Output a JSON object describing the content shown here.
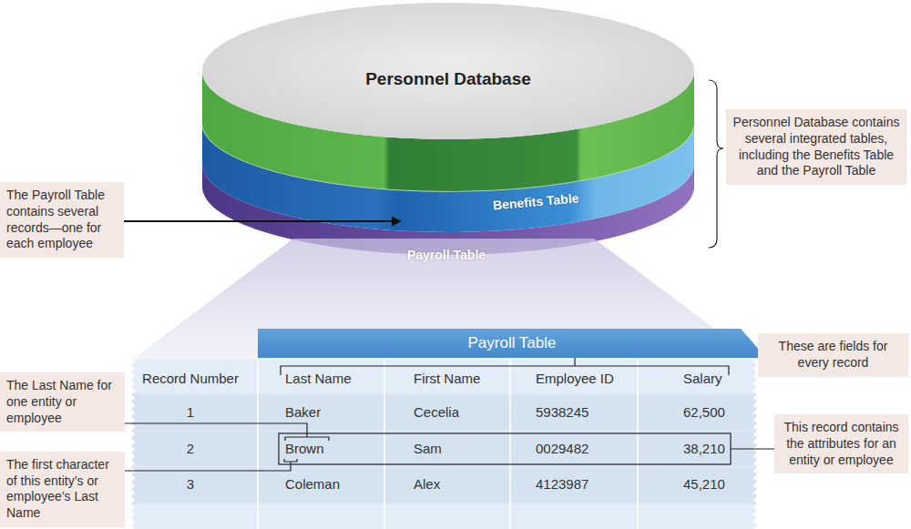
{
  "diagram": {
    "nodes": [
      {
        "text": [
          "Personnel Database"
        ]
      },
      {
        "text": [
          "Benefits Table"
        ],
        "in": 0
      },
      {
        "text": [
          "Payroll Table"
        ],
        "in": 0
      },
      {
        "text": [
          "Personnel Database contains several integrated tables, including the Benefits Table and the Payroll Table"
        ]
      },
      {
        "text": [
          "The Payroll Table contains several records—one for each employee"
        ]
      },
      {
        "text": [
          "Payroll Table"
        ]
      },
      {
        "text": [
          "These are fields for every record"
        ]
      },
      {
        "text": [
          "The Last Name for one entity or employee"
        ]
      },
      {
        "text": [
          "This record contains the attributes for an entity or employee"
        ]
      },
      {
        "text": [
          "The first character of this entity’s or employee’s Last Name"
        ]
      }
    ],
    "edges": [
      {
        "from": 4,
        "to": 2,
        "arrow": "to"
      }
    ],
    "labels": [
      "Record Number",
      "Last Name",
      "First Name",
      "Employee ID",
      "Salary",
      "1",
      "Baker",
      "Cecelia",
      "5938245",
      "62,500",
      "2",
      "Brown",
      "Sam",
      "0029482",
      "38,210",
      "3",
      "Coleman",
      "Alex",
      "4123987",
      "45,210"
    ]
  }
}
